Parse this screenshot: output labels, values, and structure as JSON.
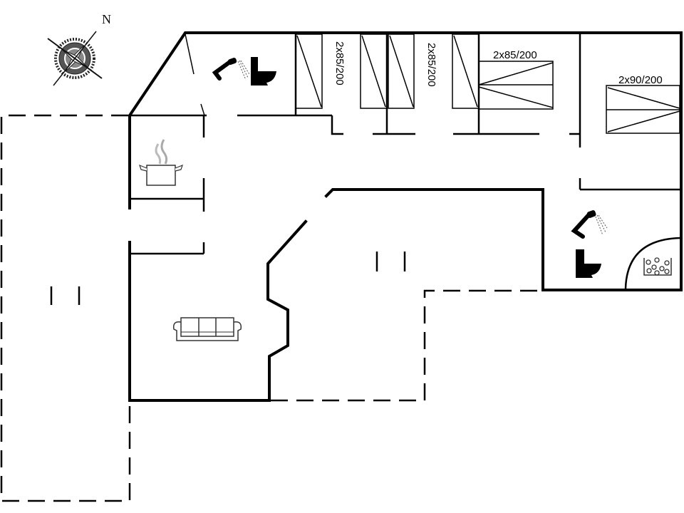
{
  "compass": {
    "label": "N",
    "icon": "compass-rose-icon"
  },
  "beds": [
    {
      "label": "2x85/200",
      "orientation": "vertical",
      "room": "bedroom-1"
    },
    {
      "label": "2x85/200",
      "orientation": "vertical",
      "room": "bedroom-2"
    },
    {
      "label": "2x85/200",
      "orientation": "horizontal",
      "room": "bedroom-3"
    },
    {
      "label": "2x90/200",
      "orientation": "horizontal",
      "room": "bedroom-4"
    }
  ],
  "icons": {
    "shower_1": "shower-icon",
    "toilet_1": "toilet-icon",
    "kitchen": "cooking-pot-icon",
    "sofa": "sofa-icon",
    "shower_2": "shower-icon",
    "toilet_2": "toilet-icon",
    "whirlpool": "whirlpool-spa-icon"
  },
  "colors": {
    "wall": "#000000",
    "background": "#ffffff",
    "steam": "#aaaaaa"
  }
}
